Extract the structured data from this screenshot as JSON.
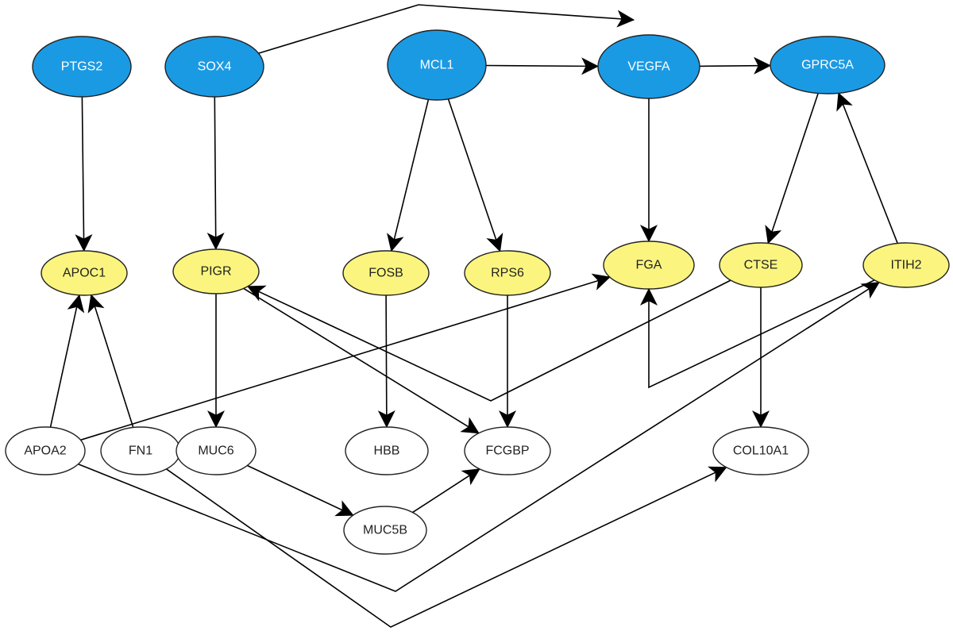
{
  "colors": {
    "blue_fill": "#1b9ae4",
    "blue_stroke": "#1a6fa3",
    "yellow_fill": "#fbf57f",
    "white_fill": "#ffffff",
    "edge": "#000000"
  },
  "nodes": [
    {
      "id": "PTGS2",
      "label": "PTGS2",
      "group": "blue"
    },
    {
      "id": "SOX4",
      "label": "SOX4",
      "group": "blue"
    },
    {
      "id": "MCL1",
      "label": "MCL1",
      "group": "blue"
    },
    {
      "id": "VEGFA",
      "label": "VEGFA",
      "group": "blue"
    },
    {
      "id": "GPRC5A",
      "label": "GPRC5A",
      "group": "blue"
    },
    {
      "id": "APOC1",
      "label": "APOC1",
      "group": "yellow"
    },
    {
      "id": "PIGR",
      "label": "PIGR",
      "group": "yellow"
    },
    {
      "id": "FOSB",
      "label": "FOSB",
      "group": "yellow"
    },
    {
      "id": "RPS6",
      "label": "RPS6",
      "group": "yellow"
    },
    {
      "id": "FGA",
      "label": "FGA",
      "group": "yellow"
    },
    {
      "id": "CTSE",
      "label": "CTSE",
      "group": "yellow"
    },
    {
      "id": "ITIH2",
      "label": "ITIH2",
      "group": "yellow"
    },
    {
      "id": "APOA2",
      "label": "APOA2",
      "group": "white"
    },
    {
      "id": "FN1",
      "label": "FN1",
      "group": "white"
    },
    {
      "id": "MUC6",
      "label": "MUC6",
      "group": "white"
    },
    {
      "id": "HBB",
      "label": "HBB",
      "group": "white"
    },
    {
      "id": "FCGBP",
      "label": "FCGBP",
      "group": "white"
    },
    {
      "id": "COL10A1",
      "label": "COL10A1",
      "group": "white"
    },
    {
      "id": "MUC5B",
      "label": "MUC5B",
      "group": "white"
    }
  ],
  "edges": [
    {
      "from": "PTGS2",
      "to": "APOC1"
    },
    {
      "from": "SOX4",
      "to": "PIGR"
    },
    {
      "from": "SOX4",
      "to": "VEGFA"
    },
    {
      "from": "MCL1",
      "to": "VEGFA"
    },
    {
      "from": "MCL1",
      "to": "FOSB"
    },
    {
      "from": "MCL1",
      "to": "RPS6"
    },
    {
      "from": "VEGFA",
      "to": "GPRC5A"
    },
    {
      "from": "VEGFA",
      "to": "FGA"
    },
    {
      "from": "GPRC5A",
      "to": "CTSE"
    },
    {
      "from": "ITIH2",
      "to": "GPRC5A"
    },
    {
      "from": "APOA2",
      "to": "APOC1"
    },
    {
      "from": "FN1",
      "to": "APOC1"
    },
    {
      "from": "APOA2",
      "to": "FGA"
    },
    {
      "from": "PIGR",
      "to": "MUC6"
    },
    {
      "from": "PIGR",
      "to": "FCGBP"
    },
    {
      "from": "CTSE",
      "to": "PIGR"
    },
    {
      "from": "FOSB",
      "to": "HBB"
    },
    {
      "from": "RPS6",
      "to": "FCGBP"
    },
    {
      "from": "ITIH2",
      "to": "FGA"
    },
    {
      "from": "CTSE",
      "to": "COL10A1"
    },
    {
      "from": "MUC6",
      "to": "MUC5B"
    },
    {
      "from": "MUC5B",
      "to": "FCGBP"
    },
    {
      "from": "APOA2",
      "to": "ITIH2"
    },
    {
      "from": "FN1",
      "to": "COL10A1"
    }
  ]
}
